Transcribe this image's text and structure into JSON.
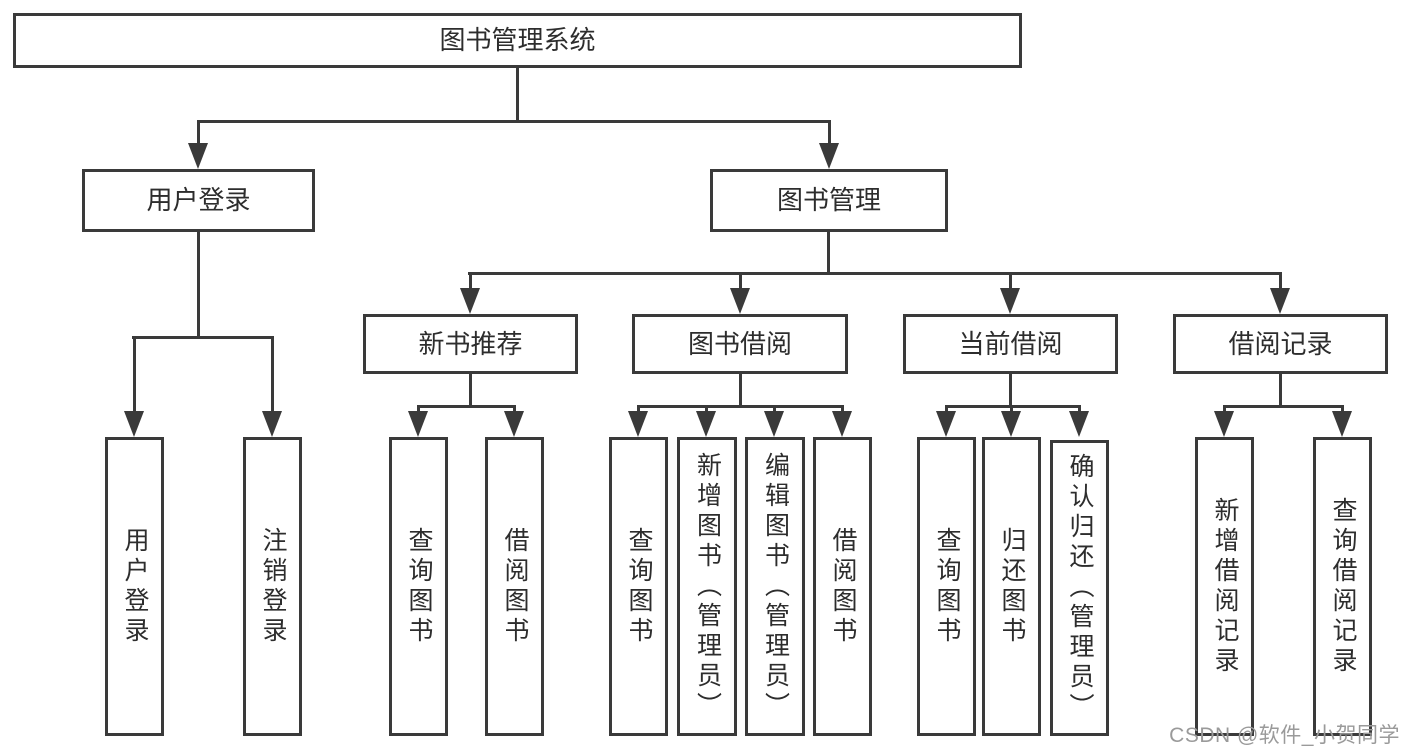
{
  "colors": {
    "line": "#3a3a3a",
    "text": "#2d2d2d",
    "box_background": "#ffffff",
    "watermark": "#9a9a9a"
  },
  "tree": {
    "root": {
      "label": "图书管理系统"
    },
    "branches": [
      {
        "label": "用户登录",
        "children": [
          {
            "label": "用户登录"
          },
          {
            "label": "注销登录"
          }
        ]
      },
      {
        "label": "图书管理",
        "groups": [
          {
            "label": "新书推荐",
            "children": [
              {
                "label": "查询图书"
              },
              {
                "label": "借阅图书"
              }
            ]
          },
          {
            "label": "图书借阅",
            "children": [
              {
                "label": "查询图书"
              },
              {
                "label": "新增图书（管理员）"
              },
              {
                "label": "编辑图书（管理员）"
              },
              {
                "label": "借阅图书"
              }
            ]
          },
          {
            "label": "当前借阅",
            "children": [
              {
                "label": "查询图书"
              },
              {
                "label": "归还图书"
              },
              {
                "label": "确认归还（管理员）"
              }
            ]
          },
          {
            "label": "借阅记录",
            "children": [
              {
                "label": "新增借阅记录"
              },
              {
                "label": "查询借阅记录"
              }
            ]
          }
        ]
      }
    ]
  },
  "watermark": {
    "text": "CSDN @软件_小贺同学"
  }
}
